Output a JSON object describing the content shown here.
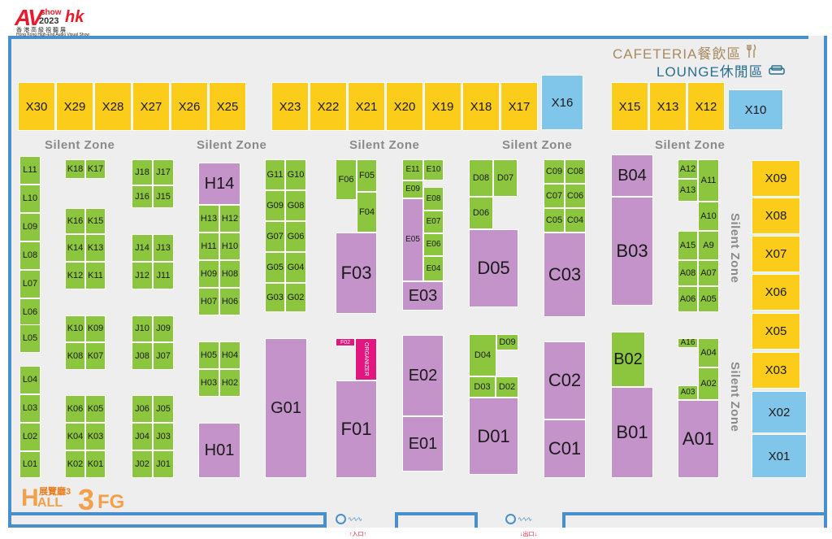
{
  "logo": {
    "brand": "AV",
    "show": "show",
    "year": "2023",
    "region": "hk",
    "name_cn": "香港高級視聽展",
    "name_en": "Hong Kong High-End Audio Visual Show"
  },
  "cafeteria": {
    "label": "CAFETERIA餐飲區",
    "icon": "fork-knife-icon"
  },
  "lounge": {
    "label": "LOUNGE休閒區",
    "icon": "sofa-icon"
  },
  "hall": {
    "label_cn": "展覽廳3",
    "label_en": "HALL 3FG",
    "label_h": "H",
    "label_all": "ALL",
    "label_3": "3",
    "label_fg": "FG"
  },
  "entrances": {
    "entry": "入口",
    "exit": "出口"
  },
  "silent_zones": [
    "Silent Zone",
    "Silent Zone",
    "Silent Zone",
    "Silent Zone",
    "Silent Zone",
    "Silent Zone",
    "Silent Zone"
  ],
  "booths": [
    {
      "id": "X30",
      "c": "yellow"
    },
    {
      "id": "X29",
      "c": "yellow"
    },
    {
      "id": "X28",
      "c": "yellow"
    },
    {
      "id": "X27",
      "c": "yellow"
    },
    {
      "id": "X26",
      "c": "yellow"
    },
    {
      "id": "X25",
      "c": "yellow"
    },
    {
      "id": "X23",
      "c": "yellow"
    },
    {
      "id": "X22",
      "c": "yellow"
    },
    {
      "id": "X21",
      "c": "yellow"
    },
    {
      "id": "X20",
      "c": "yellow"
    },
    {
      "id": "X19",
      "c": "yellow"
    },
    {
      "id": "X18",
      "c": "yellow"
    },
    {
      "id": "X17",
      "c": "yellow"
    },
    {
      "id": "X16",
      "c": "blue"
    },
    {
      "id": "X15",
      "c": "yellow"
    },
    {
      "id": "X13",
      "c": "yellow"
    },
    {
      "id": "X12",
      "c": "yellow"
    },
    {
      "id": "X10",
      "c": "blue"
    },
    {
      "id": "X09",
      "c": "yellow"
    },
    {
      "id": "X08",
      "c": "yellow"
    },
    {
      "id": "X07",
      "c": "yellow"
    },
    {
      "id": "X06",
      "c": "yellow"
    },
    {
      "id": "X05",
      "c": "yellow"
    },
    {
      "id": "X03",
      "c": "yellow"
    },
    {
      "id": "X02",
      "c": "blue"
    },
    {
      "id": "X01",
      "c": "blue"
    },
    {
      "id": "L11",
      "c": "green"
    },
    {
      "id": "L10",
      "c": "green"
    },
    {
      "id": "L09",
      "c": "green"
    },
    {
      "id": "L08",
      "c": "green"
    },
    {
      "id": "L07",
      "c": "green"
    },
    {
      "id": "L06",
      "c": "green"
    },
    {
      "id": "L05",
      "c": "green"
    },
    {
      "id": "L04",
      "c": "green"
    },
    {
      "id": "L03",
      "c": "green"
    },
    {
      "id": "L02",
      "c": "green"
    },
    {
      "id": "L01",
      "c": "green"
    },
    {
      "id": "K18",
      "c": "green"
    },
    {
      "id": "K17",
      "c": "green"
    },
    {
      "id": "K16",
      "c": "green"
    },
    {
      "id": "K15",
      "c": "green"
    },
    {
      "id": "K14",
      "c": "green"
    },
    {
      "id": "K13",
      "c": "green"
    },
    {
      "id": "K12",
      "c": "green"
    },
    {
      "id": "K11",
      "c": "green"
    },
    {
      "id": "K10",
      "c": "green"
    },
    {
      "id": "K09",
      "c": "green"
    },
    {
      "id": "K08",
      "c": "green"
    },
    {
      "id": "K07",
      "c": "green"
    },
    {
      "id": "K06",
      "c": "green"
    },
    {
      "id": "K05",
      "c": "green"
    },
    {
      "id": "K04",
      "c": "green"
    },
    {
      "id": "K03",
      "c": "green"
    },
    {
      "id": "K02",
      "c": "green"
    },
    {
      "id": "K01",
      "c": "green"
    },
    {
      "id": "J18",
      "c": "green"
    },
    {
      "id": "J17",
      "c": "green"
    },
    {
      "id": "J16",
      "c": "green"
    },
    {
      "id": "J15",
      "c": "green"
    },
    {
      "id": "J14",
      "c": "green"
    },
    {
      "id": "J13",
      "c": "green"
    },
    {
      "id": "J12",
      "c": "green"
    },
    {
      "id": "J11",
      "c": "green"
    },
    {
      "id": "J10",
      "c": "green"
    },
    {
      "id": "J09",
      "c": "green"
    },
    {
      "id": "J08",
      "c": "green"
    },
    {
      "id": "J07",
      "c": "green"
    },
    {
      "id": "J06",
      "c": "green"
    },
    {
      "id": "J05",
      "c": "green"
    },
    {
      "id": "J04",
      "c": "green"
    },
    {
      "id": "J03",
      "c": "green"
    },
    {
      "id": "J02",
      "c": "green"
    },
    {
      "id": "J01",
      "c": "green"
    },
    {
      "id": "H14",
      "c": "purple"
    },
    {
      "id": "H13",
      "c": "green"
    },
    {
      "id": "H12",
      "c": "green"
    },
    {
      "id": "H11",
      "c": "green"
    },
    {
      "id": "H10",
      "c": "green"
    },
    {
      "id": "H09",
      "c": "green"
    },
    {
      "id": "H08",
      "c": "green"
    },
    {
      "id": "H07",
      "c": "green"
    },
    {
      "id": "H06",
      "c": "green"
    },
    {
      "id": "H05",
      "c": "green"
    },
    {
      "id": "H04",
      "c": "green"
    },
    {
      "id": "H03",
      "c": "green"
    },
    {
      "id": "H02",
      "c": "green"
    },
    {
      "id": "H01",
      "c": "purple"
    },
    {
      "id": "G11",
      "c": "green"
    },
    {
      "id": "G10",
      "c": "green"
    },
    {
      "id": "G09",
      "c": "green"
    },
    {
      "id": "G08",
      "c": "green"
    },
    {
      "id": "G07",
      "c": "green"
    },
    {
      "id": "G06",
      "c": "green"
    },
    {
      "id": "G05",
      "c": "green"
    },
    {
      "id": "G04",
      "c": "green"
    },
    {
      "id": "G03",
      "c": "green"
    },
    {
      "id": "G02",
      "c": "green"
    },
    {
      "id": "G01",
      "c": "purple"
    },
    {
      "id": "F06",
      "c": "green"
    },
    {
      "id": "F05",
      "c": "green"
    },
    {
      "id": "F04",
      "c": "green"
    },
    {
      "id": "F03",
      "c": "purple"
    },
    {
      "id": "F02",
      "c": "pink"
    },
    {
      "id": "ORGANIZER",
      "c": "pink"
    },
    {
      "id": "F01",
      "c": "purple"
    },
    {
      "id": "E11",
      "c": "green"
    },
    {
      "id": "E10",
      "c": "green"
    },
    {
      "id": "E09",
      "c": "green"
    },
    {
      "id": "E08",
      "c": "green"
    },
    {
      "id": "E07",
      "c": "green"
    },
    {
      "id": "E06",
      "c": "green"
    },
    {
      "id": "E05",
      "c": "purple"
    },
    {
      "id": "E04",
      "c": "green"
    },
    {
      "id": "E03",
      "c": "purple"
    },
    {
      "id": "E02",
      "c": "purple"
    },
    {
      "id": "E01",
      "c": "purple"
    },
    {
      "id": "D08",
      "c": "green"
    },
    {
      "id": "D07",
      "c": "green"
    },
    {
      "id": "D06",
      "c": "green"
    },
    {
      "id": "D05",
      "c": "purple"
    },
    {
      "id": "D09",
      "c": "green"
    },
    {
      "id": "D04",
      "c": "green"
    },
    {
      "id": "D03",
      "c": "green"
    },
    {
      "id": "D02",
      "c": "green"
    },
    {
      "id": "D01",
      "c": "purple"
    },
    {
      "id": "C09",
      "c": "green"
    },
    {
      "id": "C08",
      "c": "green"
    },
    {
      "id": "C07",
      "c": "green"
    },
    {
      "id": "C06",
      "c": "green"
    },
    {
      "id": "C05",
      "c": "green"
    },
    {
      "id": "C04",
      "c": "green"
    },
    {
      "id": "C03",
      "c": "purple"
    },
    {
      "id": "C02",
      "c": "purple"
    },
    {
      "id": "C01",
      "c": "purple"
    },
    {
      "id": "B04",
      "c": "purple"
    },
    {
      "id": "B03",
      "c": "purple"
    },
    {
      "id": "B02",
      "c": "green"
    },
    {
      "id": "B01",
      "c": "purple"
    },
    {
      "id": "A12",
      "c": "green"
    },
    {
      "id": "A11",
      "c": "green"
    },
    {
      "id": "A13",
      "c": "green"
    },
    {
      "id": "A10",
      "c": "green"
    },
    {
      "id": "A15",
      "c": "green"
    },
    {
      "id": "A9",
      "c": "green"
    },
    {
      "id": "A08",
      "c": "green"
    },
    {
      "id": "A07",
      "c": "green"
    },
    {
      "id": "A06",
      "c": "green"
    },
    {
      "id": "A05",
      "c": "green"
    },
    {
      "id": "A16",
      "c": "green"
    },
    {
      "id": "A04",
      "c": "green"
    },
    {
      "id": "A02",
      "c": "green"
    },
    {
      "id": "A03",
      "c": "green"
    },
    {
      "id": "A01",
      "c": "purple"
    }
  ]
}
